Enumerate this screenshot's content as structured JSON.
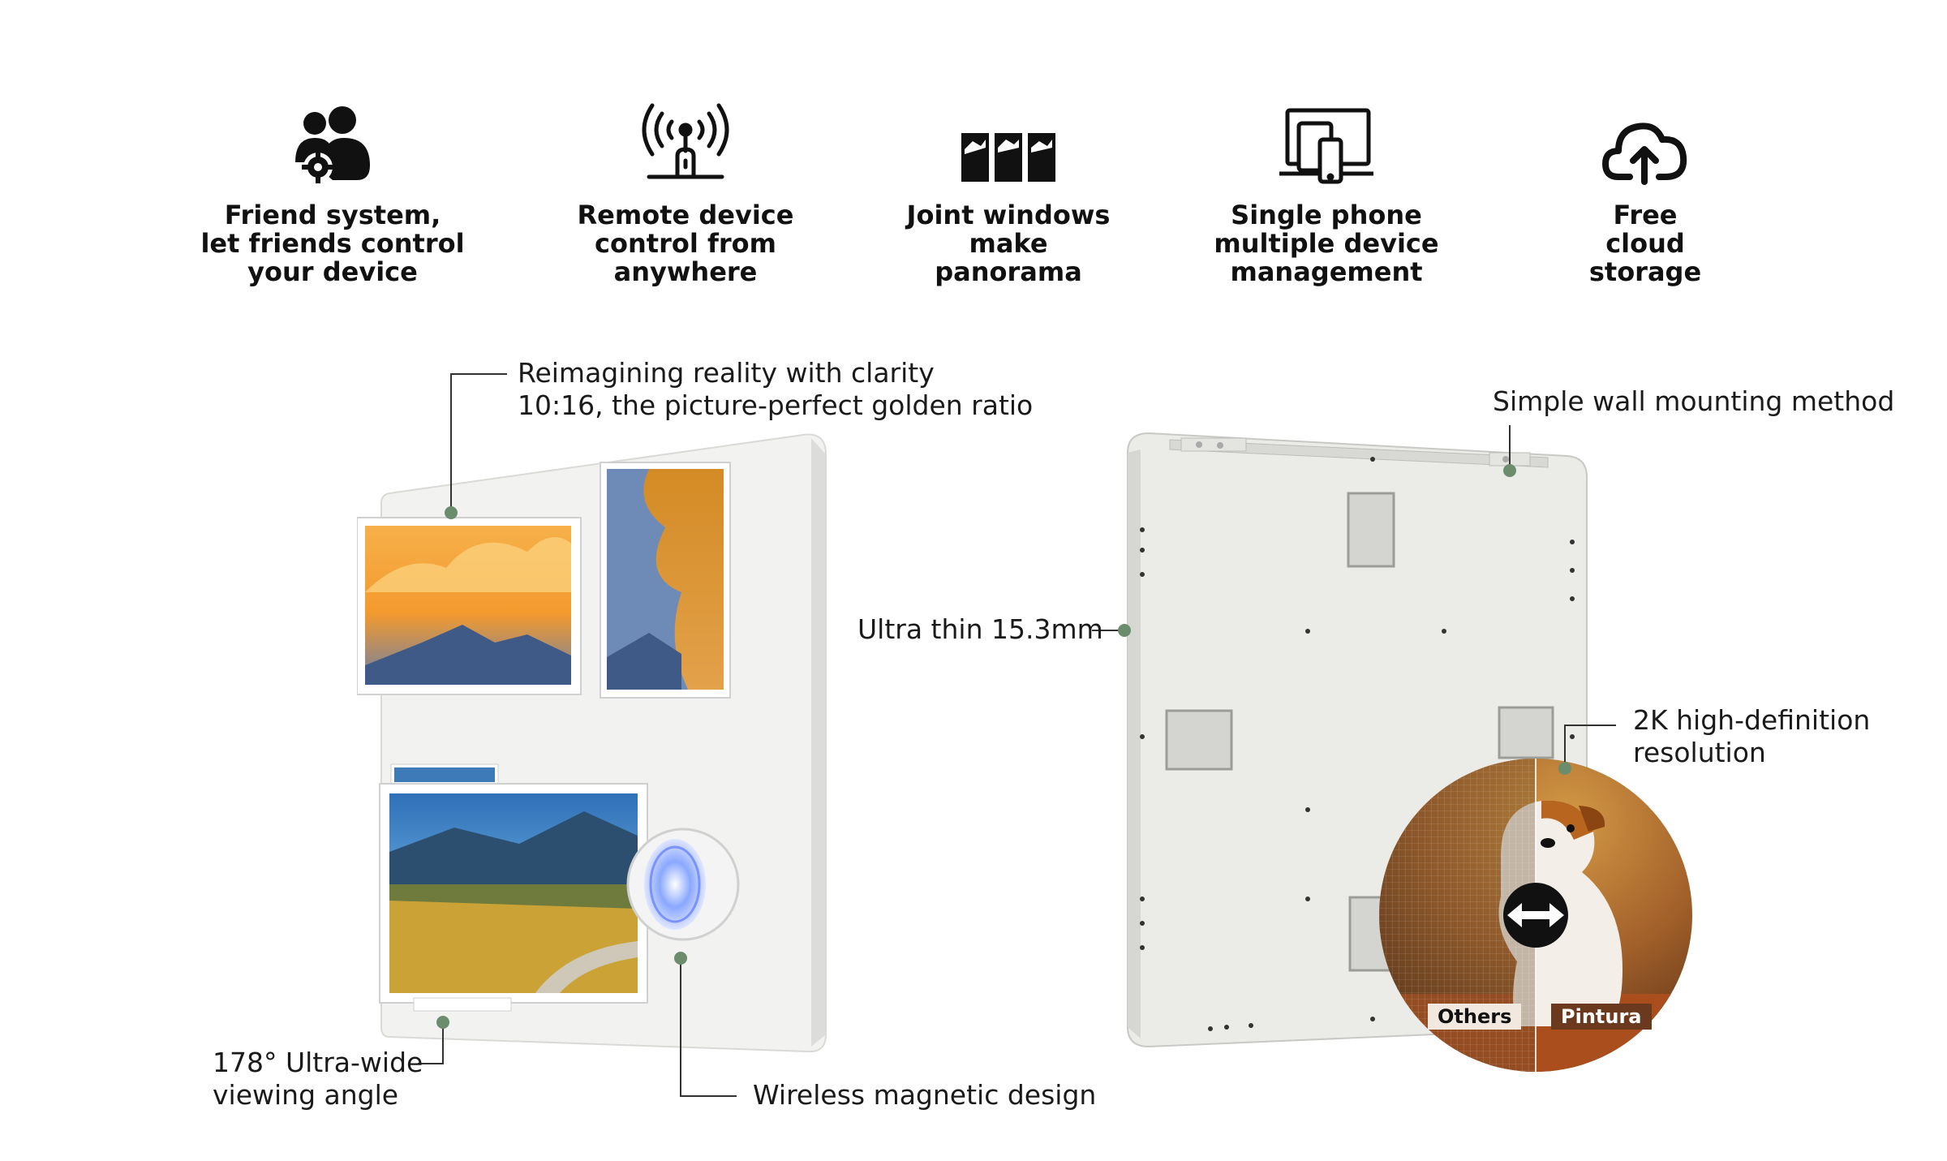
{
  "features": [
    {
      "label": "Friend system,\nlet friends control\nyour device",
      "icon": "friends-gear-icon"
    },
    {
      "label": "Remote device\ncontrol from\nanywhere",
      "icon": "antenna-icon"
    },
    {
      "label": "Joint windows\nmake\npanorama",
      "icon": "panorama-windows-icon"
    },
    {
      "label": "Single phone\nmultiple device\nmanagement",
      "icon": "devices-icon"
    },
    {
      "label": "Free\ncloud\nstorage",
      "icon": "cloud-upload-icon"
    }
  ],
  "callouts": {
    "clarity": "Reimagining reality with clarity\n10:16, the picture-perfect golden ratio",
    "viewing_angle": "178° Ultra-wide\nviewing angle",
    "magnetic": "Wireless magnetic design",
    "thin": "Ultra thin 15.3mm",
    "wall_mount": "Simple wall mounting method",
    "resolution": "2K high-definition\nresolution"
  },
  "comparison": {
    "left_label": "Others",
    "right_label": "Pintura"
  },
  "colors": {
    "accent_dot": "#6c8d6c",
    "panel": "#e9e9e6",
    "text": "#111111"
  }
}
